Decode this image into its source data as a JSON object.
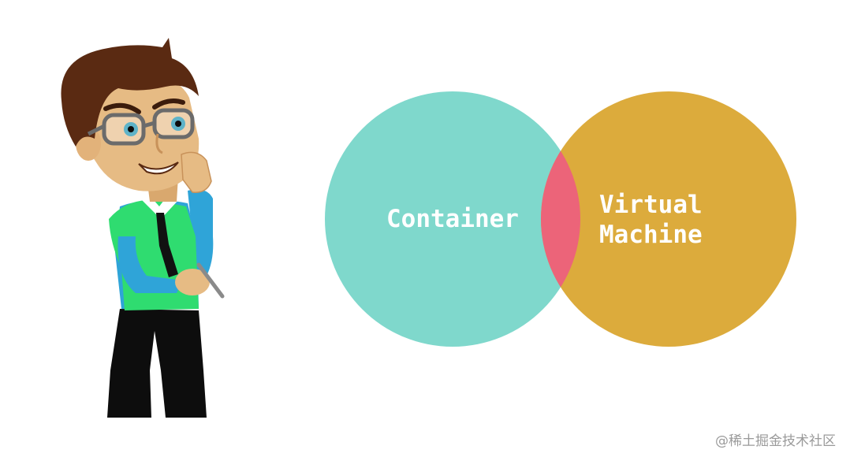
{
  "venn": {
    "left_label": "Container",
    "right_label_line1": "Virtual",
    "right_label_line2": "Machine"
  },
  "colors": {
    "left_circle": "#7fd8cc",
    "right_circle": "#dcab3c",
    "overlap": "#ec6479",
    "label": "#ffffff"
  },
  "watermark": "@稀土掘金技术社区",
  "illustration": "cartoon-thinking-man"
}
